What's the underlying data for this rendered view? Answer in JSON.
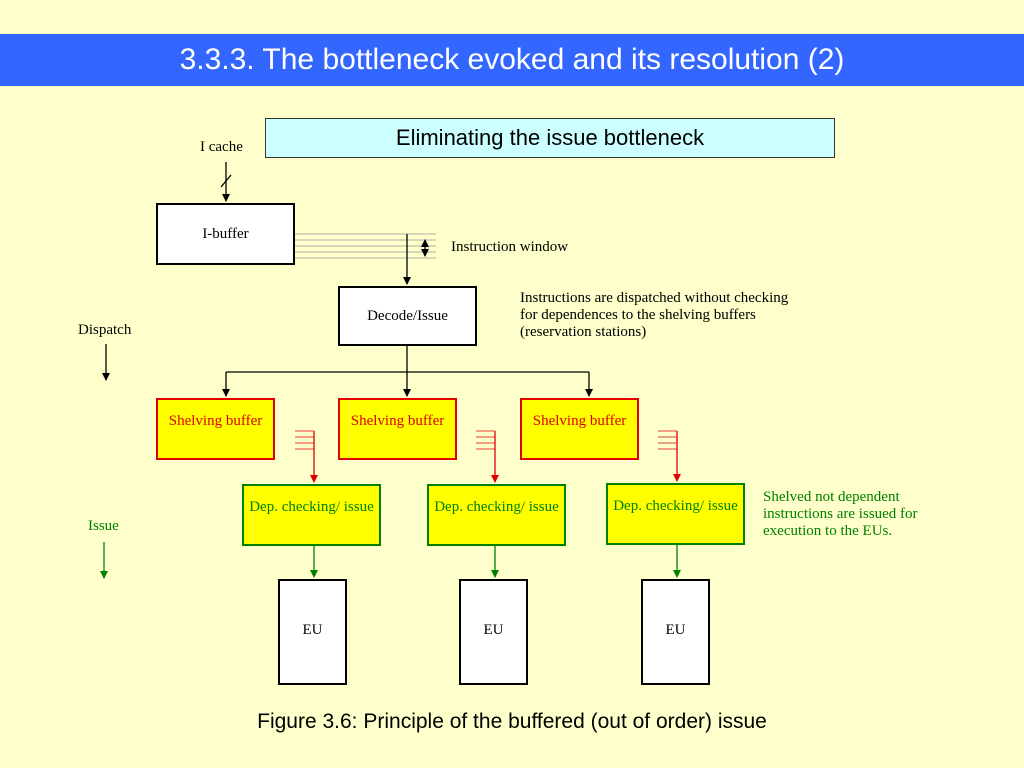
{
  "title": "3.3.3. The bottleneck evoked and its resolution (2)",
  "subtitle": "Eliminating the issue bottleneck",
  "labels": {
    "icache": "I cache",
    "instruction_window": "Instruction window",
    "dispatch": "Dispatch",
    "issue": "Issue"
  },
  "boxes": {
    "ibuffer": "I-buffer",
    "decode": "Decode/Issue",
    "shelving": [
      "Shelving buffer",
      "Shelving buffer",
      "Shelving buffer"
    ],
    "dep": [
      "Dep. checking/ issue",
      "Dep. checking/ issue",
      "Dep. checking/ issue"
    ],
    "eu": [
      "EU",
      "EU",
      "EU"
    ]
  },
  "notes": {
    "dispatch_note": "Instructions are dispatched without checking for dependences to the shelving buffers (reservation stations)",
    "issue_note": "Shelved not dependent instructions are issued for execution to the EUs."
  },
  "caption": "Figure 3.6: Principle of the buffered (out of order) issue",
  "colors": {
    "title_bg": "#3366ff",
    "background": "#ffffcc",
    "subtitle_bg": "#ccffff",
    "shelving": "#e00000",
    "dep": "#008000",
    "box_fill": "#ffff00"
  }
}
